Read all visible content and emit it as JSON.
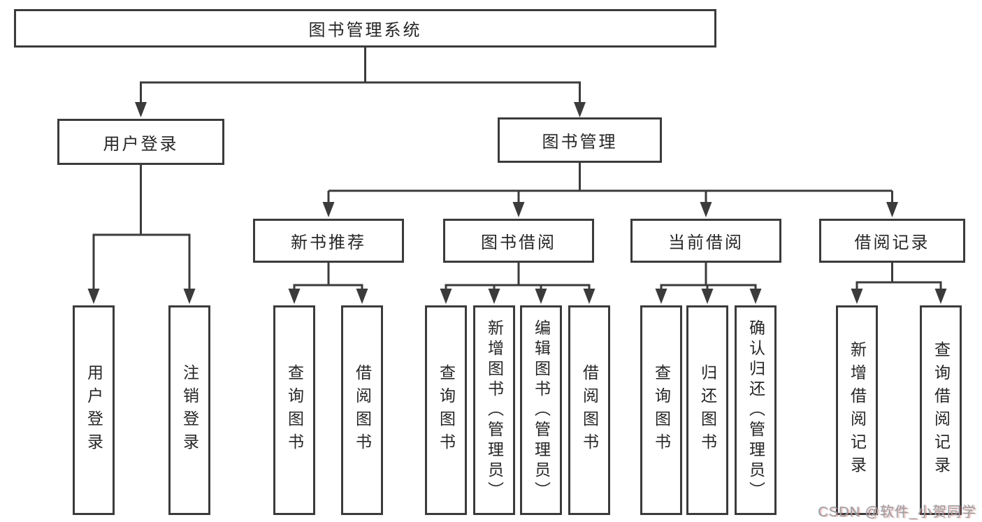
{
  "diagram": {
    "root": "图书管理系统",
    "branches": [
      {
        "label": "用户登录",
        "children": [
          "用户登录",
          "注销登录"
        ]
      },
      {
        "label": "图书管理",
        "groups": [
          {
            "label": "新书推荐",
            "children": [
              "查询图书",
              "借阅图书"
            ]
          },
          {
            "label": "图书借阅",
            "children": [
              "查询图书",
              "新增图书（管理员）",
              "编辑图书（管理员）",
              "借阅图书"
            ]
          },
          {
            "label": "当前借阅",
            "children": [
              "查询图书",
              "归还图书",
              "确认归还（管理员）"
            ]
          },
          {
            "label": "借阅记录",
            "children": [
              "新增借阅记录",
              "查询借阅记录"
            ]
          }
        ]
      }
    ]
  },
  "watermark": "CSDN @软件_小贺同学",
  "colors": {
    "line": "#3b3b3b",
    "text": "#262626",
    "box_background": "#ffffff",
    "watermark": "#9e9e9e",
    "background": "#ffffff"
  }
}
